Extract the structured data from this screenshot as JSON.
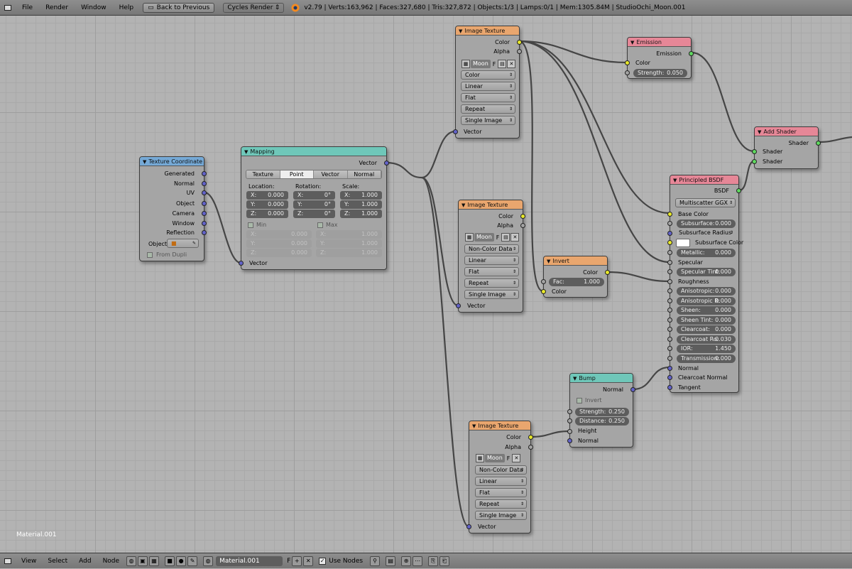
{
  "topbar": {
    "menus": [
      "File",
      "Render",
      "Window",
      "Help"
    ],
    "back_button": "Back to Previous",
    "engine": "Cycles Render",
    "stats": "v2.79 | Verts:163,962 | Faces:327,680 | Tris:327,872 | Objects:1/3 | Lamps:0/1 | Mem:1305.84M | StudioOchi_Moon.001"
  },
  "bottombar": {
    "menus": [
      "View",
      "Select",
      "Add",
      "Node"
    ],
    "material": "Material.001",
    "f_label": "F",
    "use_nodes": "Use Nodes"
  },
  "canvas": {
    "material_label": "Material.001"
  },
  "nodes": {
    "texcoord": {
      "title": "Texture Coordinate",
      "outputs": [
        "Generated",
        "Normal",
        "UV",
        "Object",
        "Camera",
        "Window",
        "Reflection"
      ],
      "object_label": "Object",
      "from_dupli": "From Dupli"
    },
    "mapping": {
      "title": "Mapping",
      "out": "Vector",
      "tabs": [
        "Texture",
        "Point",
        "Vector",
        "Normal"
      ],
      "active_tab": "Point",
      "location": "Location:",
      "rotation": "Rotation:",
      "scale": "Scale:",
      "loc": [
        "X:",
        "0.000",
        "Y:",
        "0.000",
        "Z:",
        "0.000"
      ],
      "rot": [
        "X:",
        "0°",
        "Y:",
        "0°",
        "Z:",
        "0°"
      ],
      "scl": [
        "X:",
        "1.000",
        "Y:",
        "1.000",
        "Z:",
        "1.000"
      ],
      "min": "Min",
      "max": "Max",
      "minv": [
        "X:",
        "0.000",
        "Y:",
        "0.000",
        "Z:",
        "0.000"
      ],
      "maxv": [
        "X:",
        "1.000",
        "Y:",
        "1.000",
        "Z:",
        "1.000"
      ],
      "in": "Vector"
    },
    "img1": {
      "title": "Image Texture",
      "color": "Color",
      "alpha": "Alpha",
      "image": "Moon",
      "f": "F",
      "opts": [
        "Color",
        "Linear",
        "Flat",
        "Repeat",
        "Single Image"
      ],
      "vector": "Vector"
    },
    "img2": {
      "title": "Image Texture",
      "color": "Color",
      "alpha": "Alpha",
      "image": "Moon",
      "f": "F",
      "opts": [
        "Non-Color Data",
        "Linear",
        "Flat",
        "Repeat",
        "Single Image"
      ],
      "vector": "Vector"
    },
    "img3": {
      "title": "Image Texture",
      "color": "Color",
      "alpha": "Alpha",
      "image": "Moon",
      "f": "F",
      "opts": [
        "Non-Color Data",
        "Linear",
        "Flat",
        "Repeat",
        "Single Image"
      ],
      "vector": "Vector"
    },
    "emission": {
      "title": "Emission",
      "out": "Emission",
      "color": "Color",
      "strength": "Strength:",
      "strength_v": "0.050"
    },
    "addshader": {
      "title": "Add Shader",
      "out": "Shader",
      "in1": "Shader",
      "in2": "Shader"
    },
    "invert": {
      "title": "Invert",
      "out": "Color",
      "fac": "Fac:",
      "fac_v": "1.000",
      "color": "Color"
    },
    "bump": {
      "title": "Bump",
      "out": "Normal",
      "invert": "Invert",
      "strength": "Strength:",
      "strength_v": "0.250",
      "distance": "Distance:",
      "distance_v": "0.250",
      "height": "Height",
      "normal": "Normal"
    },
    "bsdf": {
      "title": "Principled BSDF",
      "out": "BSDF",
      "dist": "Multiscatter GGX",
      "base": "Base Color",
      "subsurface": "Subsurface:",
      "subsurface_v": "0.000",
      "radius": "Subsurface Radius",
      "sscolor": "Subsurface Color",
      "metallic": "Metallic:",
      "metallic_v": "0.000",
      "specular": "Specular",
      "spectint": "Specular Tint:",
      "spectint_v": "0.000",
      "roughness": "Roughness",
      "aniso": "Anisotropic:",
      "aniso_v": "0.000",
      "anisor": "Anisotropic R:",
      "anisor_v": "0.000",
      "sheen": "Sheen:",
      "sheen_v": "0.000",
      "sheentint": "Sheen Tint:",
      "sheentint_v": "0.000",
      "clearcoat": "Clearcoat:",
      "clearcoat_v": "0.000",
      "ccrough": "Clearcoat Ro:",
      "ccrough_v": "0.030",
      "ior": "IOR:",
      "ior_v": "1.450",
      "trans": "Transmission:",
      "trans_v": "0.000",
      "normal": "Normal",
      "ccnormal": "Clearcoat Normal",
      "tangent": "Tangent"
    }
  }
}
